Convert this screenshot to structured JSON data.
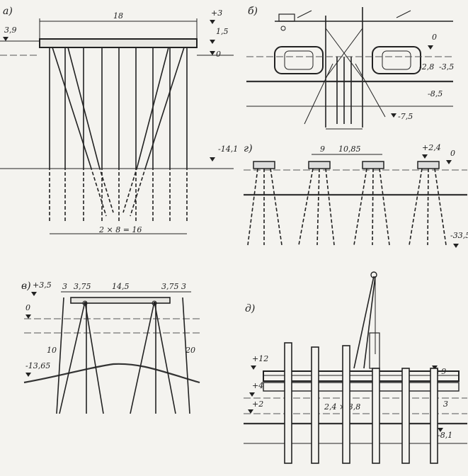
{
  "panels": {
    "a": {
      "letter": "а)",
      "width_label": "18",
      "left_level": "3,9",
      "top_level": "+3",
      "mid_level": "1,5",
      "zero_level": "0",
      "deep_level": "-14,1",
      "spacing_label": "2 × 8 = 16"
    },
    "b": {
      "letter": "б)",
      "zero_level": "0",
      "mid_level": "-2,8",
      "mid_level2": "-3,5",
      "deep_level": "-8,5",
      "tip_level": "-7,5"
    },
    "c": {
      "letter": "г)",
      "span_a": "9",
      "span_b": "10,85",
      "top_level": "+2,4",
      "zero_level": "0",
      "deep_level": "-33,5"
    },
    "d": {
      "letter": "в)",
      "top_level": "+3,5",
      "zero_level": "0",
      "dim_a": "3",
      "dim_b": "3,75",
      "dim_c": "14,5",
      "dim_d": "3,75",
      "dim_e": "3",
      "pile_left": "10",
      "pile_right": "20",
      "deep_level": "-13,65"
    },
    "e": {
      "letter": "д)",
      "top_level_left": "+12",
      "top_level_right": "+9",
      "mid_level": "+4",
      "low_level": "+2",
      "right_level": "3",
      "spacing_label": "2,4 × 3,8",
      "deep_level": "-8,1"
    }
  }
}
